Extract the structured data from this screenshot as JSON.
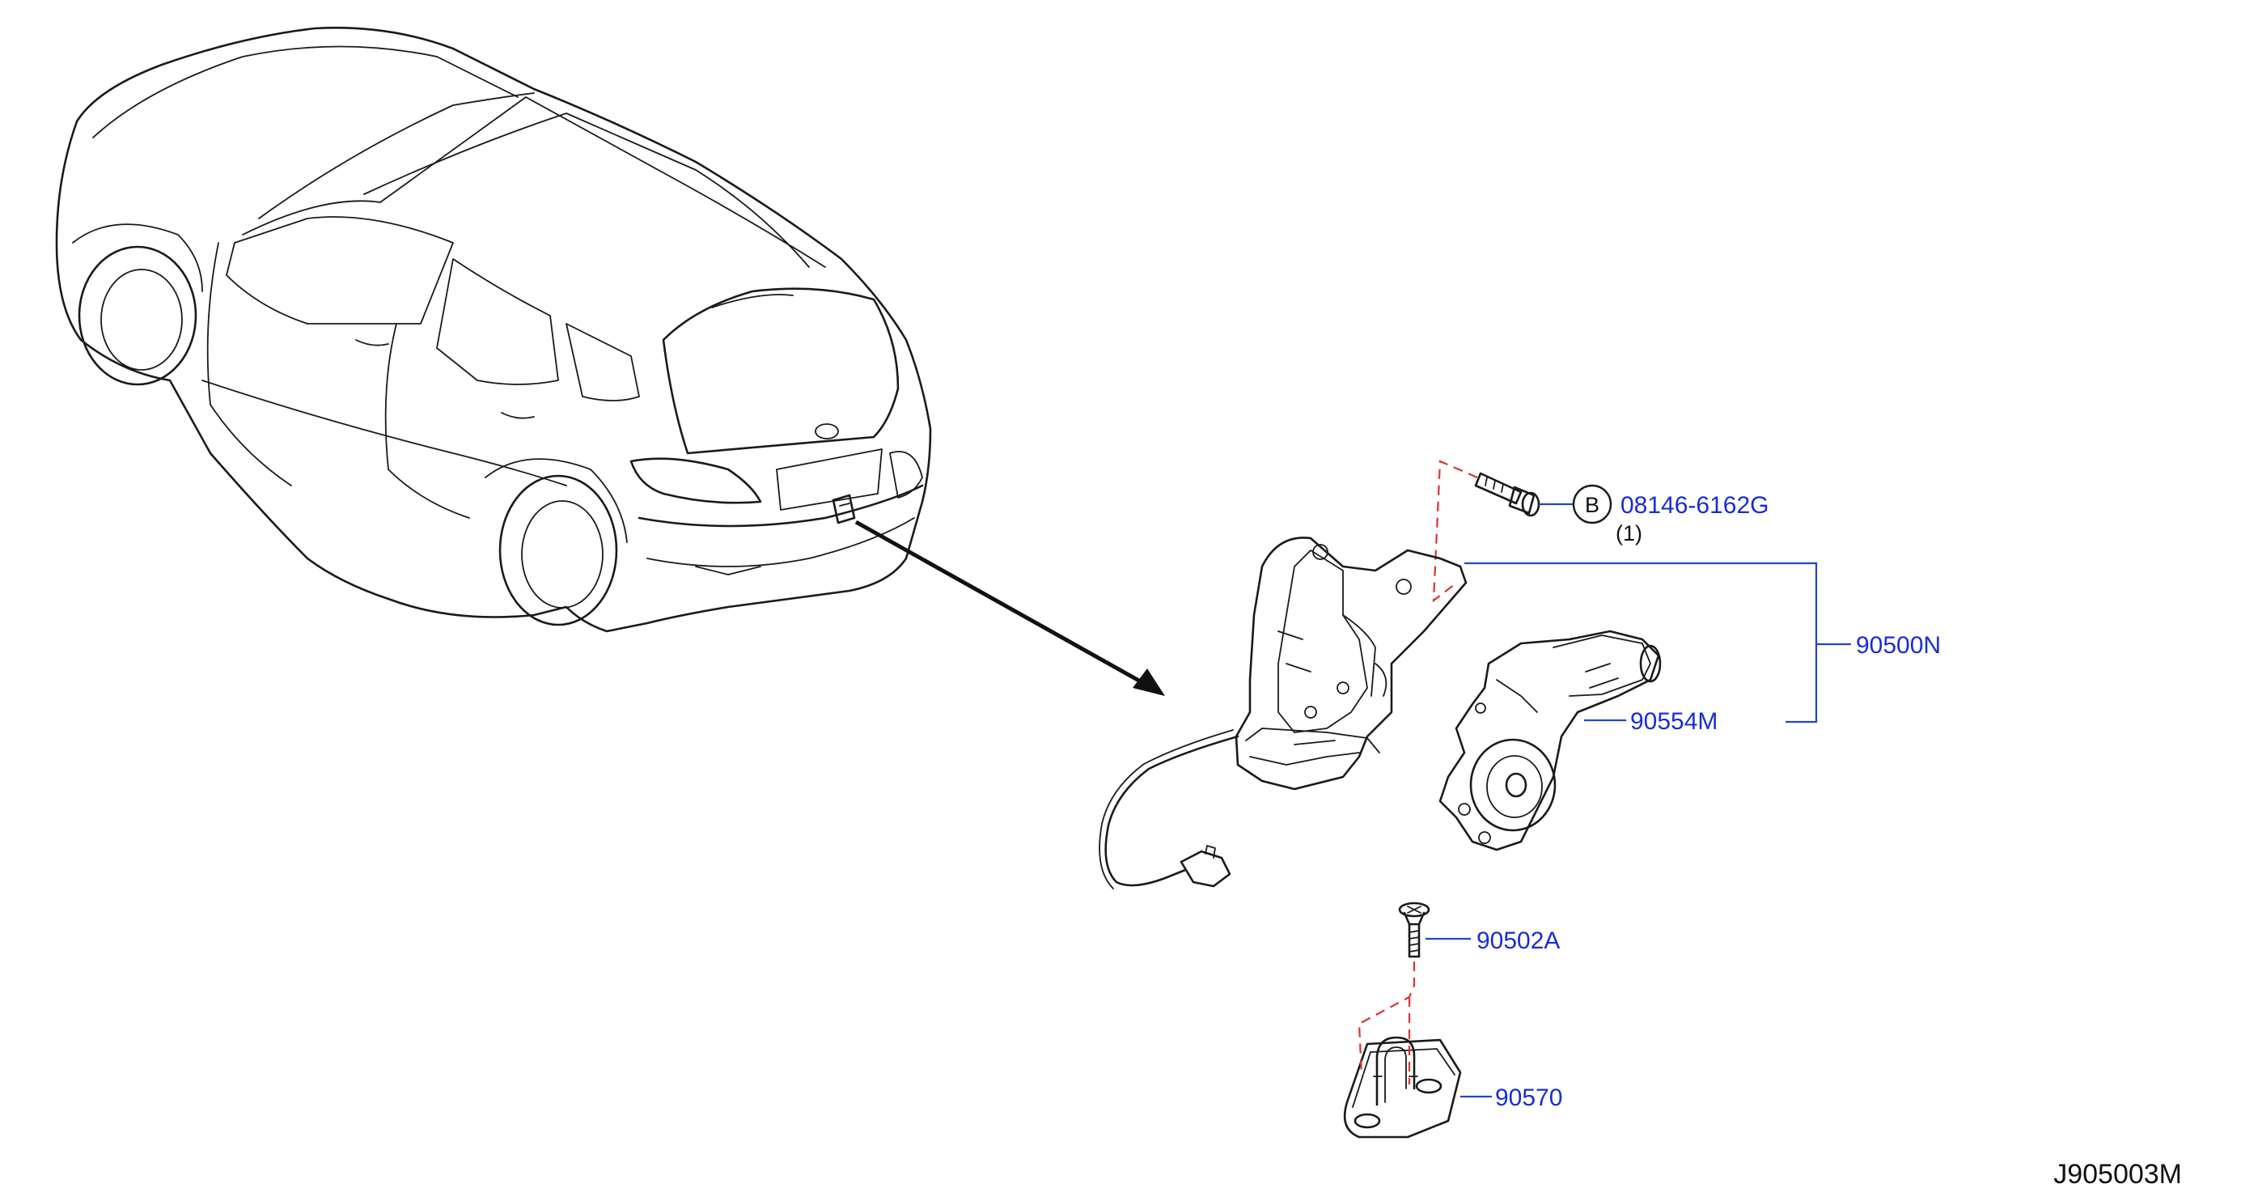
{
  "callouts": {
    "bolt": {
      "part_no": "08146-6162G",
      "symbol": "B",
      "qty": "(1)"
    },
    "latch_assembly": {
      "part_no": "90500N"
    },
    "motor": {
      "part_no": "90554M"
    },
    "screw": {
      "part_no": "90502A"
    },
    "striker": {
      "part_no": "90570"
    }
  },
  "diagram_ref": "J905003M"
}
